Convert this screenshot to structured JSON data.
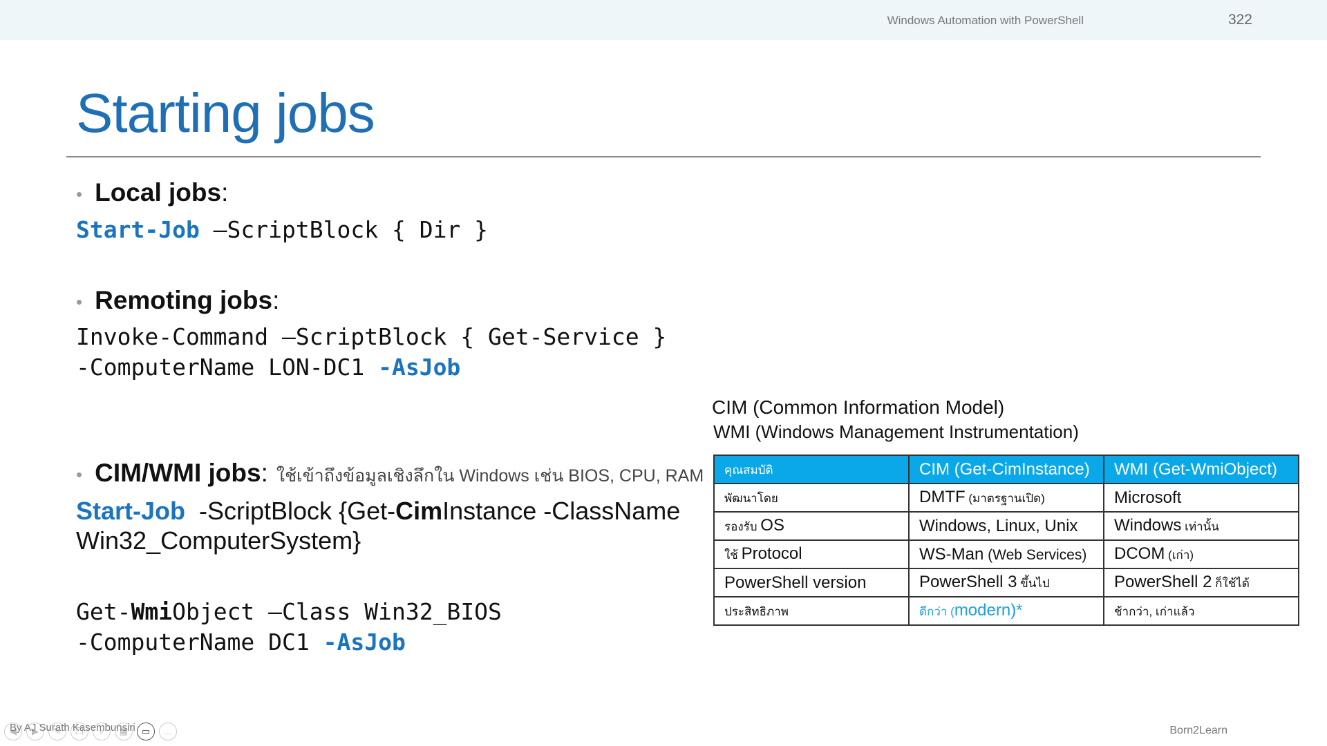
{
  "header": {
    "course_title": "Windows Automation with PowerShell",
    "page_number": "322"
  },
  "slide": {
    "title": "Starting jobs",
    "local": {
      "heading": "Local jobs",
      "cmd_kw": "Start-Job",
      "cmd_rest": " –ScriptBlock { Dir }"
    },
    "remoting": {
      "heading": "Remoting jobs",
      "line1": "Invoke-Command –ScriptBlock { Get-Service }",
      "line2_plain": "-ComputerName LON-DC1 ",
      "line2_kw": "-AsJob"
    },
    "cimwmi": {
      "heading": "CIM/WMI jobs",
      "note": "ใช้เข้าถึงข้อมูลเชิงลึกใน Windows เช่น BIOS, CPU, RAM",
      "cmd_kw": "Start-Job",
      "cmd_a": "  -ScriptBlock {Get-",
      "cmd_bold": "Cim",
      "cmd_b": "Instance -ClassName",
      "cmd_line2": "Win32_ComputerSystem}",
      "wmi_a": "Get-",
      "wmi_bold": "Wmi",
      "wmi_b": "Object –Class Win32_BIOS",
      "wmi_line2_plain": "-ComputerName DC1 ",
      "wmi_line2_kw": "-AsJob"
    },
    "comparison": {
      "heading1": "CIM (Common Information Model)",
      "heading2": "WMI (Windows Management Instrumentation)",
      "columns": [
        "คุณสมบัติ",
        "CIM (Get-CimInstance)",
        "WMI (Get-WmiObject)"
      ],
      "rows": [
        {
          "c1": "พัฒนาโดย",
          "c2": "DMTF",
          "c2_small": " (มาตรฐานเปิด)",
          "c3": "Microsoft",
          "c3_small": ""
        },
        {
          "c1": "รองรับ ",
          "c1_big": "OS",
          "c2": "Windows, Linux, Unix",
          "c2_small": "",
          "c3": "Windows",
          "c3_small": " เท่านั้น"
        },
        {
          "c1": "ใช้ ",
          "c1_big": "Protocol",
          "c2": "WS-Man",
          "c2_small": " (Web Services)",
          "c3": "DCOM",
          "c3_small": " (เก่า)"
        },
        {
          "c1_big": "PowerShell version",
          "c2": "PowerShell 3",
          "c2_small": " ขึ้นไป",
          "c3": "PowerShell 2",
          "c3_small": " ก็ใช้ได้"
        },
        {
          "c1": "ประสิทธิภาพ",
          "c2_small": "ดีกว่า (",
          "c2": "modern)*",
          "c3_small": "ช้ากว่า, เก่าแล้ว"
        }
      ]
    }
  },
  "footer": {
    "author": "By AJ Surath Kasembunsiri",
    "brand": "Born2Learn"
  },
  "colors": {
    "accent": "#1a74c0",
    "title": "#1f6fb5",
    "table_header": "#0aa8e8"
  }
}
